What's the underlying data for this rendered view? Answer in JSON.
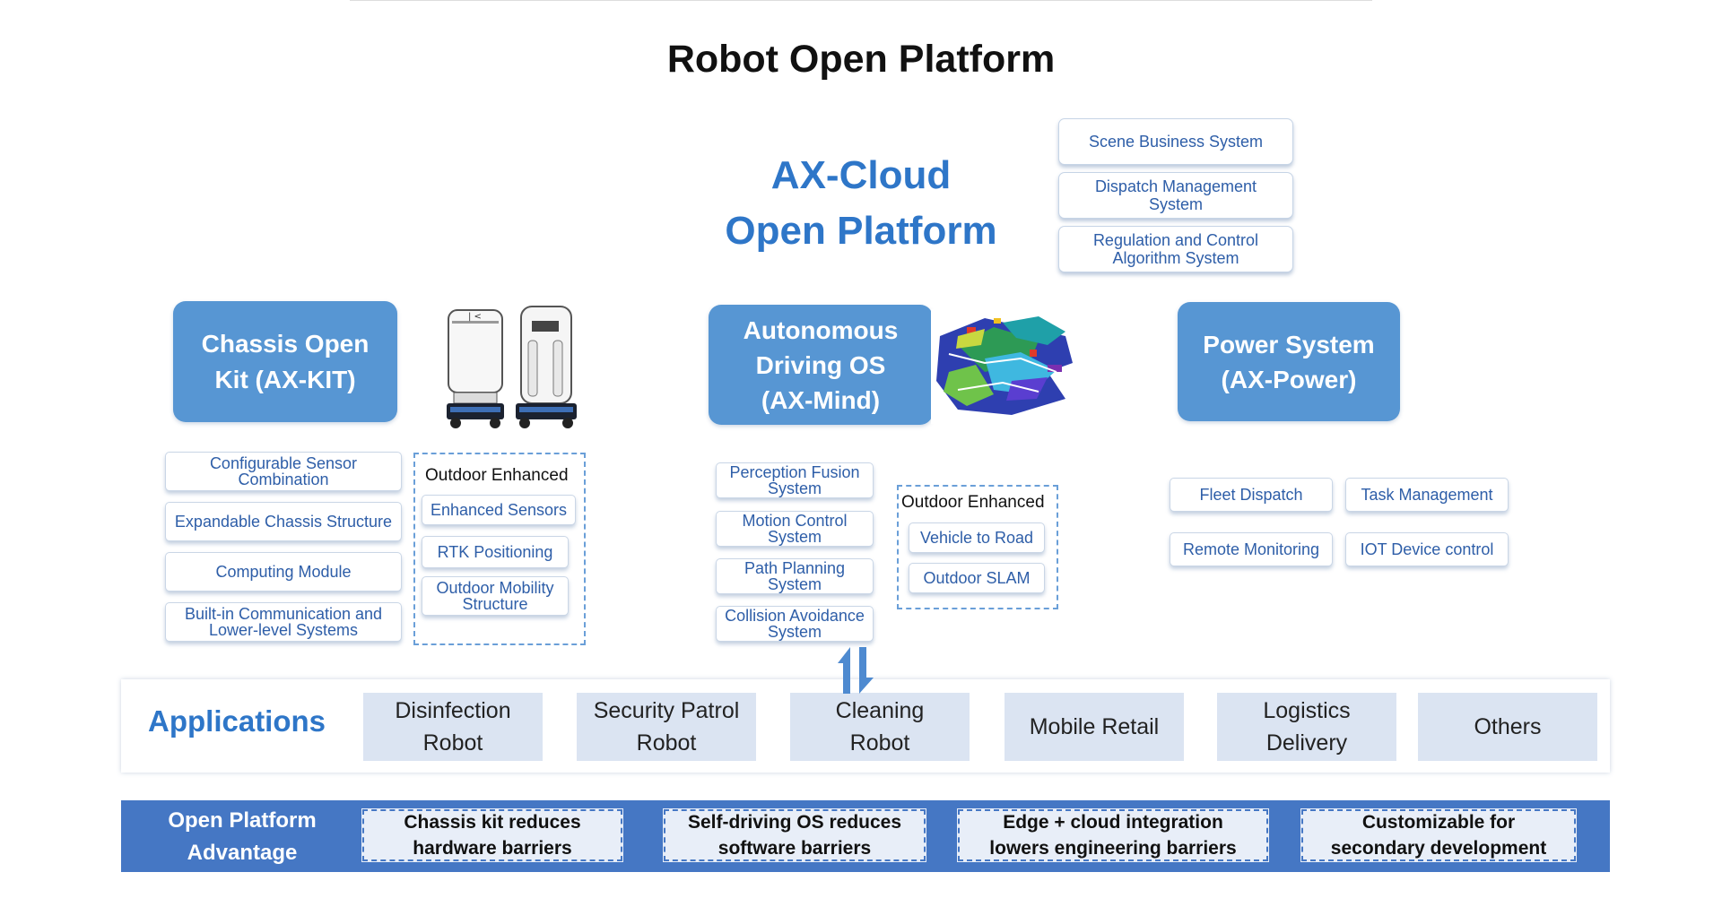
{
  "page": {
    "title": "Robot Open Platform"
  },
  "cloud": {
    "title_line1": "AX-Cloud",
    "title_line2": "Open Platform",
    "systems": [
      "Scene Business System",
      "Dispatch Management System",
      "Regulation and Control Algorithm System"
    ]
  },
  "chassis": {
    "title": "Chassis Open\nKit (AX-KIT)",
    "features": [
      "Configurable Sensor Combination",
      "Expandable Chassis Structure",
      "Computing Module",
      "Built-in Communication and Lower-level Systems"
    ],
    "outdoor_label": "Outdoor Enhanced",
    "outdoor_items": [
      "Enhanced Sensors",
      "RTK Positioning",
      "Outdoor Mobility Structure"
    ]
  },
  "driving": {
    "title": "Autonomous\nDriving OS\n(AX-Mind)",
    "features": [
      "Perception Fusion System",
      "Motion Control System",
      "Path Planning System",
      "Collision Avoidance System"
    ],
    "outdoor_label": "Outdoor Enhanced",
    "outdoor_items": [
      "Vehicle to Road",
      "Outdoor SLAM"
    ]
  },
  "power": {
    "title": "Power System\n(AX-Power)",
    "features": [
      "Fleet Dispatch",
      "Task Management",
      "Remote Monitoring",
      "IOT Device control"
    ]
  },
  "applications": {
    "label": "Applications",
    "items": [
      "Disinfection\nRobot",
      "Security Patrol\nRobot",
      "Cleaning\nRobot",
      "Mobile Retail",
      "Logistics\nDelivery",
      "Others"
    ]
  },
  "advantage": {
    "label": "Open Platform\nAdvantage",
    "items": [
      "Chassis kit reduces\nhardware barriers",
      "Self-driving OS reduces\nsoftware barriers",
      "Edge + cloud integration\nlowers engineering barriers",
      "Customizable for\nsecondary development"
    ]
  },
  "colors": {
    "accent": "#2e76c8",
    "block": "#5796d3",
    "band": "#4577c4",
    "app_box": "#dbe4f2"
  },
  "icons": [
    "robot-left-icon",
    "robot-right-icon",
    "3d-map-image",
    "bidirectional-arrow-icon"
  ]
}
